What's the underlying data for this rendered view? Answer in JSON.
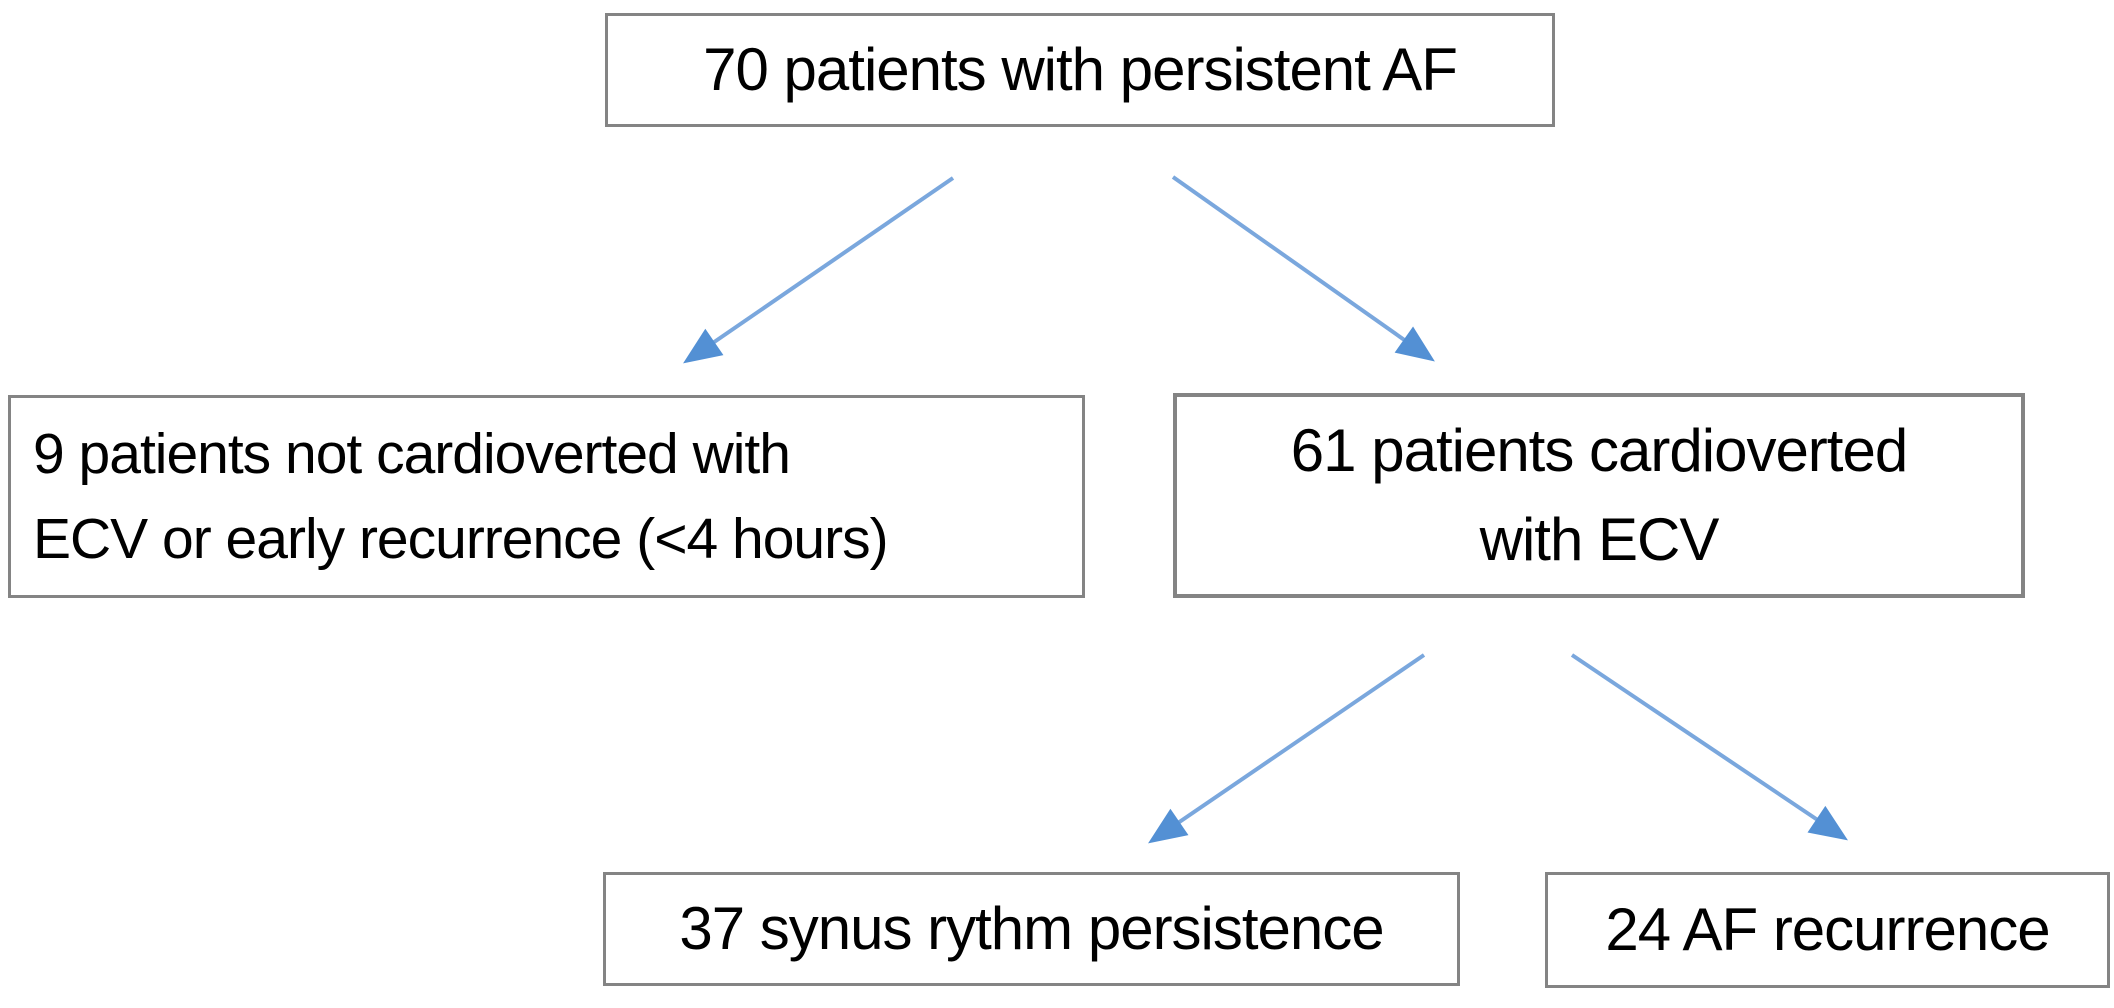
{
  "flowchart": {
    "nodes": {
      "persistent_af": {
        "lines": [
          "70 patients with persistent AF"
        ]
      },
      "not_cardioverted": {
        "lines": [
          "9 patients not cardioverted with",
          "ECV or early recurrence (<4 hours)"
        ]
      },
      "cardioverted": {
        "lines": [
          "61 patients cardioverted",
          "with ECV"
        ]
      },
      "sinus_rhythm": {
        "lines": [
          "37 synus rythm persistence"
        ]
      },
      "af_recurrence": {
        "lines": [
          "24 AF recurrence"
        ]
      }
    },
    "edges": [
      {
        "from": "persistent_af",
        "to": "not_cardioverted"
      },
      {
        "from": "persistent_af",
        "to": "cardioverted"
      },
      {
        "from": "cardioverted",
        "to": "sinus_rhythm"
      },
      {
        "from": "cardioverted",
        "to": "af_recurrence"
      }
    ],
    "colors": {
      "background": "#ffffff",
      "box_border": "#848484",
      "text": "#000000",
      "arrow_line": "#7aa7dd",
      "arrow_head": "#5390d4"
    }
  }
}
